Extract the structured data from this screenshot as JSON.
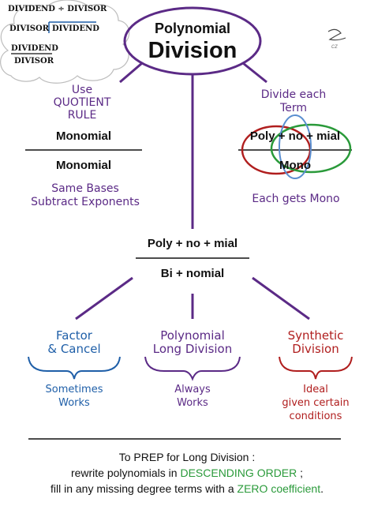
{
  "cloud": {
    "line1": "DIVIDEND ÷ DIVISOR",
    "line2_left": "DIVISOR",
    "line2_right": "DIVIDEND",
    "frac_top": "DIVIDEND",
    "frac_bottom": "DIVISOR"
  },
  "title": {
    "line1": "Polynomial",
    "line2": "Division"
  },
  "left_branch": {
    "label_l1": "Use",
    "label_l2": "QUOTIENT",
    "label_l3": "RULE",
    "numerator": "Monomial",
    "denominator": "Monomial",
    "note_l1": "Same Bases",
    "note_l2": "Subtract Exponents"
  },
  "right_branch": {
    "label_l1": "Divide each",
    "label_l2": "Term",
    "numerator": "Poly + no + mial",
    "denominator": "Mono",
    "note": "Each gets Mono"
  },
  "center": {
    "numerator": "Poly + no + mial",
    "denominator": "Bi + nomial"
  },
  "methods": [
    {
      "title_l1": "Factor",
      "title_l2": "& Cancel",
      "desc_l1": "Sometimes",
      "desc_l2": "Works",
      "desc_l3": ""
    },
    {
      "title_l1": "Polynomial",
      "title_l2": "Long Division",
      "desc_l1": "Always",
      "desc_l2": "Works",
      "desc_l3": ""
    },
    {
      "title_l1": "Synthetic",
      "title_l2": "Division",
      "desc_l1": "Ideal",
      "desc_l2": "given certain",
      "desc_l3": "conditions"
    }
  ],
  "footer": {
    "line1": "To PREP for Long Division :",
    "line2_a": "rewrite polynomials in ",
    "line2_b": "DESCENDING ORDER",
    "line2_c": " ;",
    "line3_a": "fill in any missing degree terms with a ",
    "line3_b": "ZERO coefficient",
    "line3_c": "."
  },
  "signature": "cz",
  "colors": {
    "purple": "#5b2a86",
    "blue": "#1f5fa8",
    "red": "#b01e1e",
    "green": "#2a9a3a"
  }
}
